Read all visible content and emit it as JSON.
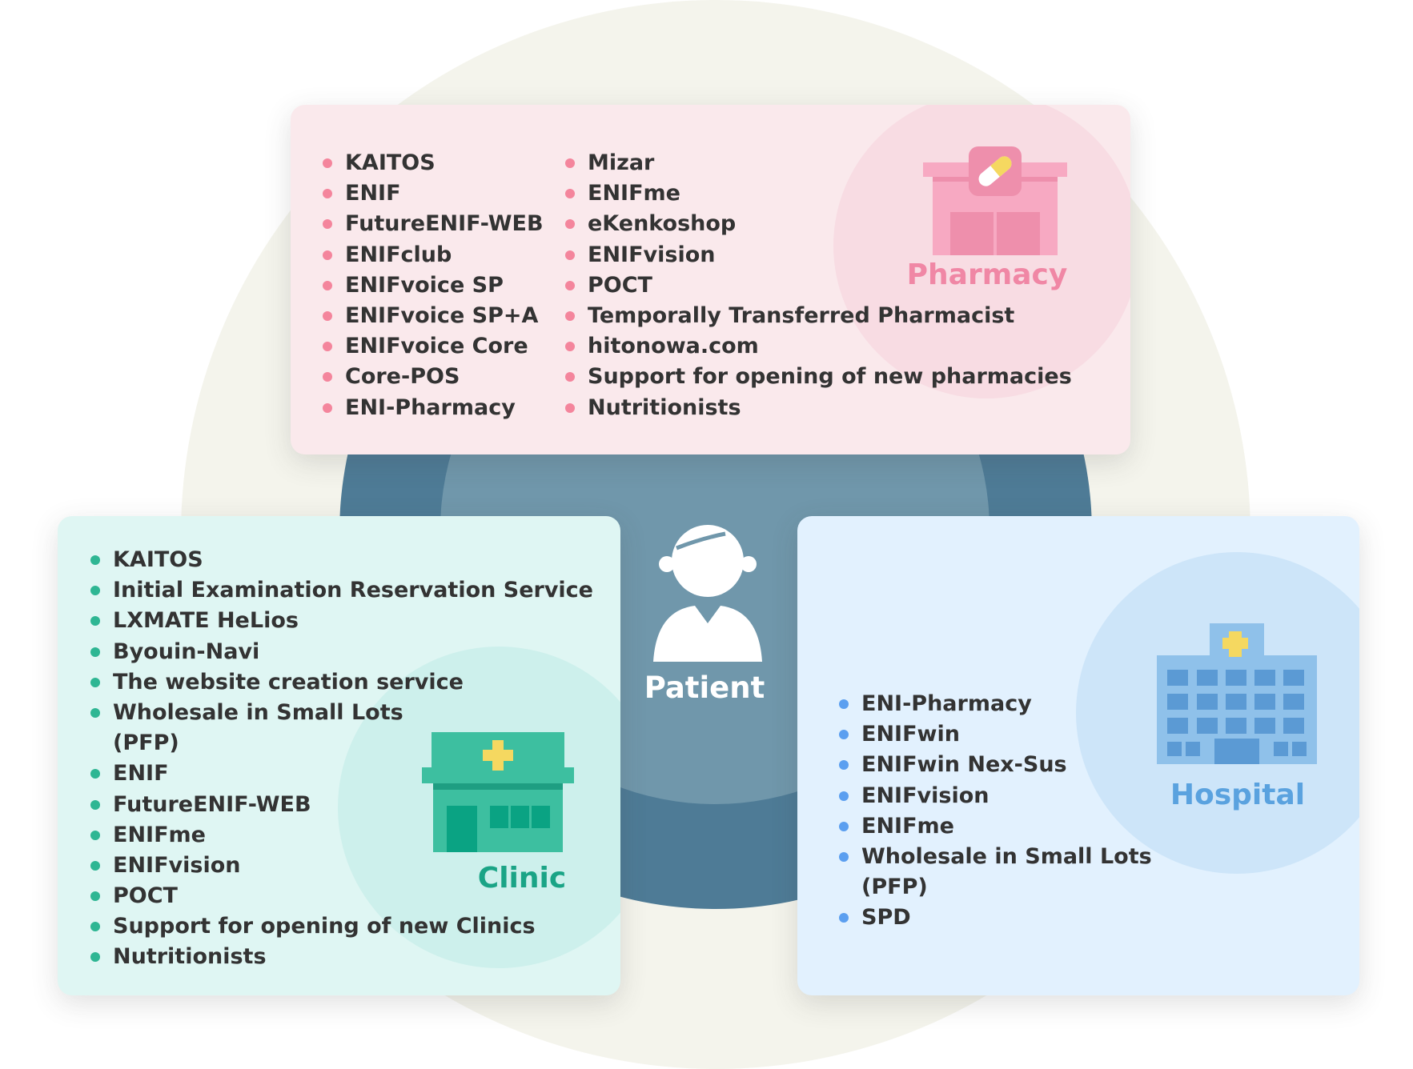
{
  "colors": {
    "outer_circle": "#f4f4ec",
    "ring": "#4e7b96",
    "inner_circle": "#7097ab",
    "pharmacy_panel": "#fae9ec",
    "clinic_panel": "#dff6f3",
    "hospital_panel": "#e2f1fe",
    "pharmacy_accent": "#f087a5",
    "clinic_accent": "#1aa486",
    "hospital_accent": "#5aa2df"
  },
  "patient": {
    "label": "Patient",
    "icon": "patient-icon"
  },
  "pharmacy": {
    "label": "Pharmacy",
    "icon": "pharmacy-building-icon",
    "col1": [
      "KAITOS",
      "ENIF",
      "FutureENIF-WEB",
      "ENIFclub",
      "ENIFvoice SP",
      "ENIFvoice SP+A",
      "ENIFvoice Core",
      "Core-POS",
      "ENI-Pharmacy"
    ],
    "col2": [
      "Mizar",
      "ENIFme",
      "eKenkoshop",
      "ENIFvision",
      "POCT",
      "Temporally Transferred Pharmacist",
      "hitonowa.com",
      "Support for opening of new pharmacies",
      "Nutritionists"
    ]
  },
  "clinic": {
    "label": "Clinic",
    "icon": "clinic-building-icon",
    "items": [
      "KAITOS",
      "Initial Examination Reservation Service",
      "LXMATE HeLios",
      "Byouin-Navi",
      "The website creation service",
      "Wholesale in Small Lots",
      "(PFP)",
      "ENIF",
      "FutureENIF-WEB",
      "ENIFme",
      "ENIFvision",
      "POCT",
      "Support for opening of new Clinics",
      "Nutritionists"
    ]
  },
  "hospital": {
    "label": "Hospital",
    "icon": "hospital-building-icon",
    "items": [
      "ENI-Pharmacy",
      "ENIFwin",
      "ENIFwin Nex-Sus",
      "ENIFvision",
      "ENIFme",
      "Wholesale in Small Lots",
      "(PFP)",
      "SPD"
    ]
  }
}
